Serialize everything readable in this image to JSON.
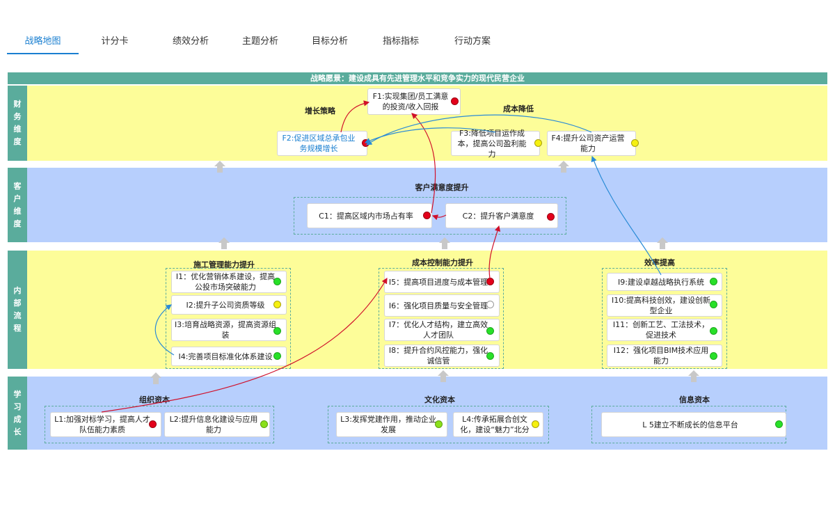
{
  "tabs": [
    "战略地图",
    "计分卡",
    "绩效分析",
    "主题分析",
    "目标分析",
    "指标指标",
    "行动方案"
  ],
  "vision": "战略愿景：建设成具有先进管理水平和竞争实力的现代民营企业",
  "dimensions": {
    "finance": "财务维度",
    "customer": "客户维度",
    "internal": "内部流程",
    "learning": "学习成长"
  },
  "finance": {
    "theme_growth": "增长策略",
    "theme_cost": "成本降低",
    "f1": {
      "label": "F1:实现集团/员工满意的投资/收入回报",
      "status": "red"
    },
    "f2": {
      "label": "F2:促进区域总承包业务规模增长",
      "status": "red"
    },
    "f3": {
      "label": "F3:降低项目运作成本，提高公司盈利能力",
      "status": "yellow"
    },
    "f4": {
      "label": "F4:提升公司资产运营能力",
      "status": "yellow"
    }
  },
  "customer": {
    "theme": "客户满意度提升",
    "c1": {
      "label": "C1：提高区域内市场占有率",
      "status": "red"
    },
    "c2": {
      "label": "C2：提升客户满意度",
      "status": "red"
    }
  },
  "internal": {
    "group1_title": "施工管理能力提升",
    "group2_title": "成本控制能力提升",
    "group3_title": "效率提高",
    "i1": {
      "label": "I1：优化营销体系建设，提高公投市场突破能力",
      "status": "green"
    },
    "i2": {
      "label": "I2:提升子公司资质等级",
      "status": "yellow"
    },
    "i3": {
      "label": "I3:培育战略资源，提高资源组装",
      "status": "green"
    },
    "i4": {
      "label": "I4:完善项目标准化体系建设",
      "status": "green"
    },
    "i5": {
      "label": "I5：提高项目进度与成本管理",
      "status": "red"
    },
    "i6": {
      "label": "I6：强化项目质量与安全管理",
      "status": "white"
    },
    "i7": {
      "label": "I7：优化人才结构，建立高效人才团队",
      "status": "green"
    },
    "i8": {
      "label": "I8：提升合约风控能力，强化诚信管",
      "status": "green"
    },
    "i9": {
      "label": "I9:建设卓越战略执行系统",
      "status": "green"
    },
    "i10": {
      "label": "I10:提高科技创效，建设创新型企业",
      "status": "green"
    },
    "i11": {
      "label": "I11：创新工艺、工法技术，促进技术",
      "status": "green"
    },
    "i12": {
      "label": "I12：强化项目BIM技术应用能力",
      "status": "green"
    }
  },
  "learning": {
    "group1_title": "组织资本",
    "group2_title": "文化资本",
    "group3_title": "信息资本",
    "l1": {
      "label": "L1:加强对标学习，提高人才队伍能力素质",
      "status": "red"
    },
    "l2": {
      "label": "L2:提升信息化建设与应用能力",
      "status": "lime"
    },
    "l3": {
      "label": "L3:发挥党建作用，推动企业发展",
      "status": "lime"
    },
    "l4": {
      "label": "L4:传承拓展合创文化，建设“魅力”北分",
      "status": "yellow"
    },
    "l5": {
      "label": "L 5建立不断成长的信息平台",
      "status": "green"
    }
  },
  "colors": {
    "accent": "#1a7fd0",
    "band_label": "#5aac9c",
    "yellow_band": "#fdfd99",
    "blue_band": "#b7cffd",
    "red_arrow": "#d0102a",
    "blue_arrow": "#2a8bd6"
  }
}
